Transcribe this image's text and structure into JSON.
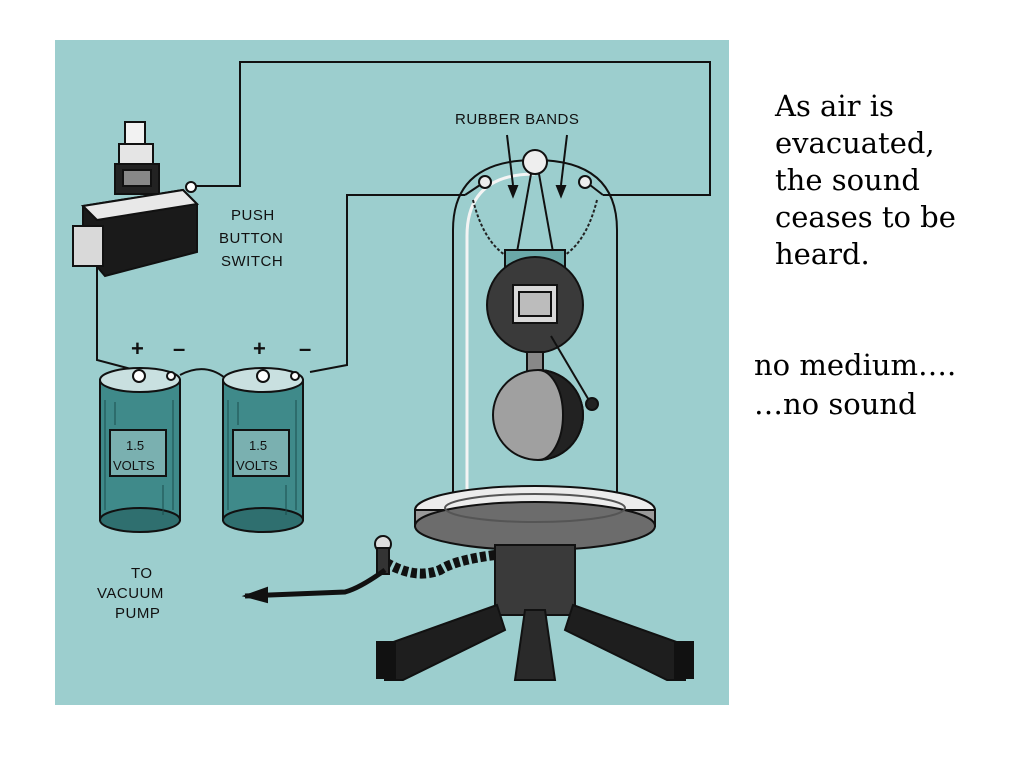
{
  "diagram": {
    "labels": {
      "rubber_bands": "RUBBER BANDS",
      "push_button_switch": [
        "PUSH",
        "BUTTON",
        "SWITCH"
      ],
      "to_vacuum_pump": [
        "TO",
        "VACUUM",
        "PUMP"
      ],
      "battery_left_voltage": [
        "1.5",
        "VOLTS"
      ],
      "battery_right_voltage": [
        "1.5",
        "VOLTS"
      ],
      "plus_sign": "+",
      "minus_sign": "–"
    },
    "colors": {
      "background": "#9ccece",
      "battery": "#3f8a8a",
      "line": "#111111"
    }
  },
  "caption": {
    "lines": [
      "As air is",
      "evacuated,",
      "the sound",
      "ceases to be",
      "heard."
    ]
  },
  "conclusion": {
    "lines": [
      "no medium….",
      "…no sound"
    ]
  }
}
